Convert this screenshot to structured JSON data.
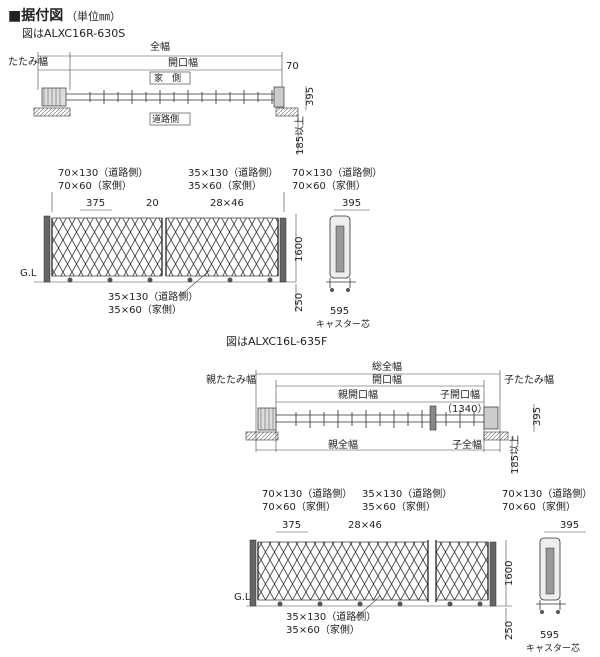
{
  "header": {
    "title": "■据付図",
    "unit": "（単位㎜）"
  },
  "top": {
    "caption": "図はALXC16R-630S",
    "plan": {
      "zen_haba": "全幅",
      "tatami_haba": "たたみ幅",
      "kaiko_haba": "開口幅",
      "dim_70": "70",
      "ie_gawa": "家　側",
      "doro_gawa": "道路側",
      "dim_395": "395",
      "dim_185": "185以上"
    },
    "elev": {
      "post1_a": "70×130（道路側）",
      "post1_b": "70×60（家側）",
      "mid_a": "35×130（道路側）",
      "mid_b": "35×60（家側）",
      "post2_a": "70×130（道路側）",
      "post2_b": "70×60（家側）",
      "dim_375": "375",
      "dim_20": "20",
      "dim_28x46": "28×46",
      "gl": "G.L",
      "dim_1600": "1600",
      "dim_250": "250",
      "bot_a": "35×130（道路側）",
      "bot_b": "35×60（家側）",
      "side_395": "395",
      "side_595": "595",
      "caster": "キャスター芯"
    }
  },
  "bottom": {
    "caption": "図はALXC16L-635F",
    "plan": {
      "soo_zen_haba": "総全幅",
      "kaiko_haba": "開口幅",
      "oya_tatami": "親たたみ幅",
      "ko_tatami": "子たたみ幅",
      "oya_kaiko": "親開口幅",
      "ko_kaiko": "子開口幅",
      "dim_1340": "（1340）",
      "oya_zen": "親全幅",
      "ko_zen": "子全幅",
      "dim_395": "395",
      "dim_185": "185以上"
    },
    "elev": {
      "post1_a": "70×130（道路側）",
      "post1_b": "70×60（家側）",
      "mid_a": "35×130（道路側）",
      "mid_b": "35×60（家側）",
      "post2_a": "70×130（道路側）",
      "post2_b": "70×60（家側）",
      "dim_375": "375",
      "dim_28x46": "28×46",
      "gl": "G.L",
      "dim_1600": "1600",
      "dim_250": "250",
      "bot_a": "35×130（道路側）",
      "bot_b": "35×60（家側）",
      "side_395": "395",
      "side_595": "595",
      "caster": "キャスター芯"
    }
  }
}
